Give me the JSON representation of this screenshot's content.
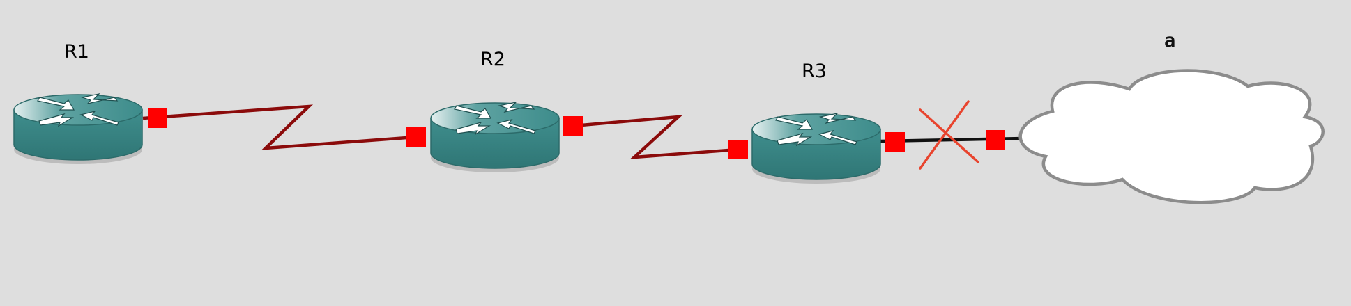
{
  "nodes": [
    {
      "id": "R1",
      "label": "R1",
      "icon": "router-icon"
    },
    {
      "id": "R2",
      "label": "R2",
      "icon": "router-icon"
    },
    {
      "id": "R3",
      "label": "R3",
      "icon": "router-icon"
    },
    {
      "id": "cloud",
      "label": "a",
      "icon": "cloud-icon"
    }
  ],
  "links": [
    {
      "from": "R1",
      "to": "R2",
      "type": "serial",
      "color": "#8b0b0b"
    },
    {
      "from": "R2",
      "to": "R3",
      "type": "serial",
      "color": "#8b0b0b"
    },
    {
      "from": "R3",
      "to": "cloud",
      "type": "ethernet",
      "color": "#111111",
      "status": "disconnected"
    }
  ],
  "colors": {
    "background": "#dedede",
    "router_body": "#3d8c8b",
    "port": "#ff0000",
    "link_down_mark": "#e8442e",
    "cloud_fill": "#ffffff",
    "cloud_stroke": "#8c8c8c"
  }
}
